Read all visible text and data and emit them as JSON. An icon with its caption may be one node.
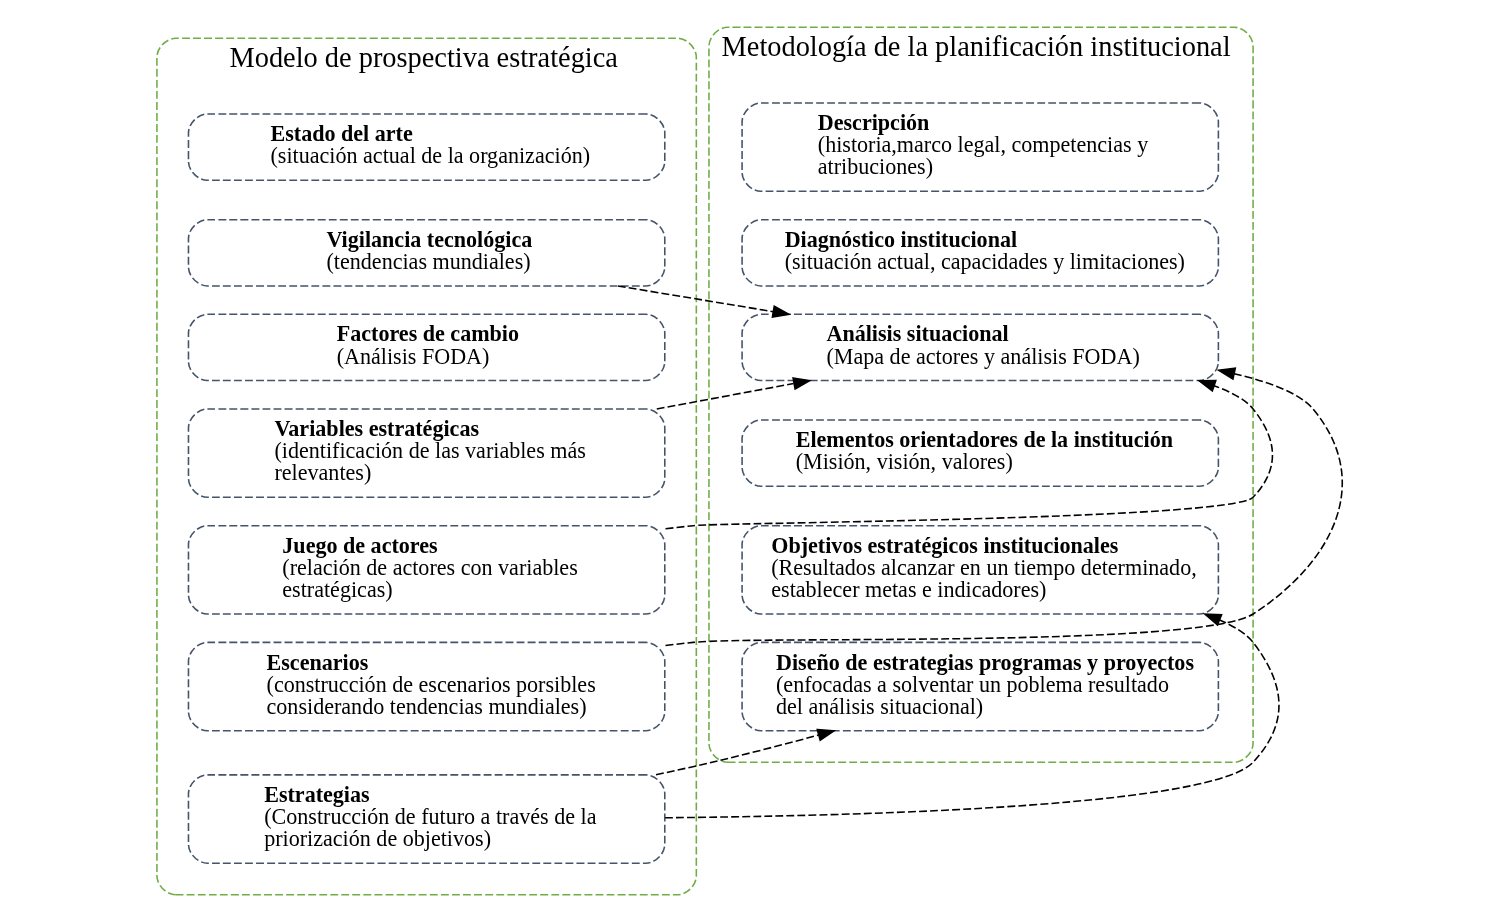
{
  "diagram": {
    "nodes": [
      {
        "text": [
          "Modelo de prospectiva estratégica"
        ]
      },
      {
        "text": [
          "**Estado del arte** (situación actual de la organización)"
        ],
        "in": 0
      },
      {
        "text": [
          "**Vigilancia tecnológica** (tendencias mundiales)"
        ],
        "in": 0
      },
      {
        "text": [
          "**Factores de cambio** (Análisis FODA)"
        ],
        "in": 0
      },
      {
        "text": [
          "**Variables estratégicas** (identificación de las variables más relevantes)"
        ],
        "in": 0
      },
      {
        "text": [
          "**Juego de actores** (relación de actores con variables estratégicas)"
        ],
        "in": 0
      },
      {
        "text": [
          "**Escenarios** (construcción de escenarios porsibles considerando tendencias mundiales)"
        ],
        "in": 0
      },
      {
        "text": [
          "**Estrategias** (Construcción de futuro a través de la priorización de objetivos)"
        ],
        "in": 0
      },
      {
        "text": [
          "Metodología de la planificación institucional"
        ]
      },
      {
        "text": [
          "**Descripción** (historia,marco legal, competencias y atribuciones)"
        ],
        "in": 8
      },
      {
        "text": [
          "**Diagnóstico institucional** (situación actual, capacidades y limitaciones)"
        ],
        "in": 8
      },
      {
        "text": [
          "**Análisis situacional** (Mapa de actores y análisis FODA)"
        ],
        "in": 8
      },
      {
        "text": [
          "**Elementos orientadores de la institución** (Misión, visión, valores)"
        ],
        "in": 8
      },
      {
        "text": [
          "**Objetivos estratégicos institucionales** (Resultados alcanzar en un tiempo determinado, establecer metas e indicadores)"
        ],
        "in": 8
      },
      {
        "text": [
          "**Diseño de estrategias programas y proyectos** (enfocadas a solventar un poblema resultado del análisis situacional)"
        ],
        "in": 8
      }
    ],
    "edges": [
      {
        "from": 2,
        "to": 11,
        "arrow": "to",
        "style": "dashed"
      },
      {
        "from": 4,
        "to": 11,
        "arrow": "to",
        "style": "dashed"
      },
      {
        "from": 5,
        "to": 11,
        "arrow": "to",
        "style": "dashed"
      },
      {
        "from": 6,
        "to": 11,
        "arrow": "to",
        "style": "dashed"
      },
      {
        "from": 7,
        "to": 13,
        "arrow": "to",
        "style": "dashed"
      },
      {
        "from": 7,
        "to": 14,
        "arrow": "to",
        "style": "dashed"
      }
    ]
  }
}
